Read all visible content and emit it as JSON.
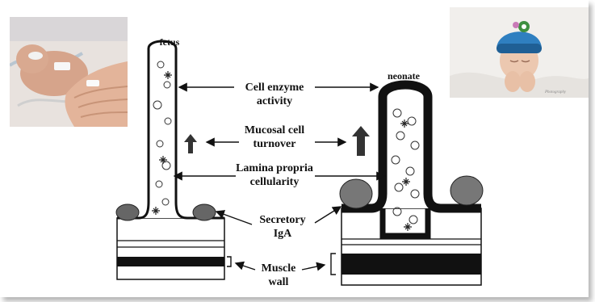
{
  "diagram": {
    "stage_labels": {
      "fetus": "fetus",
      "neonate": "neonate"
    },
    "labels": {
      "cell_enzyme": [
        "Cell enzyme",
        "activity"
      ],
      "mucosal": [
        "Mucosal cell",
        "turnover"
      ],
      "lamina": [
        "Lamina propria",
        "cellularity"
      ],
      "secretory": [
        "Secretory",
        "IgA"
      ],
      "muscle": [
        "Muscle",
        "wall"
      ]
    },
    "photo_watermark": "Photography",
    "colors": {
      "line": "#111111",
      "hat_blue": "#2f7fc0",
      "hat_knit_dark": "#1f5f95",
      "pompom_green": "#3e8f3f",
      "skin": "#e9c9b2",
      "blanket": "#f1efec"
    }
  }
}
